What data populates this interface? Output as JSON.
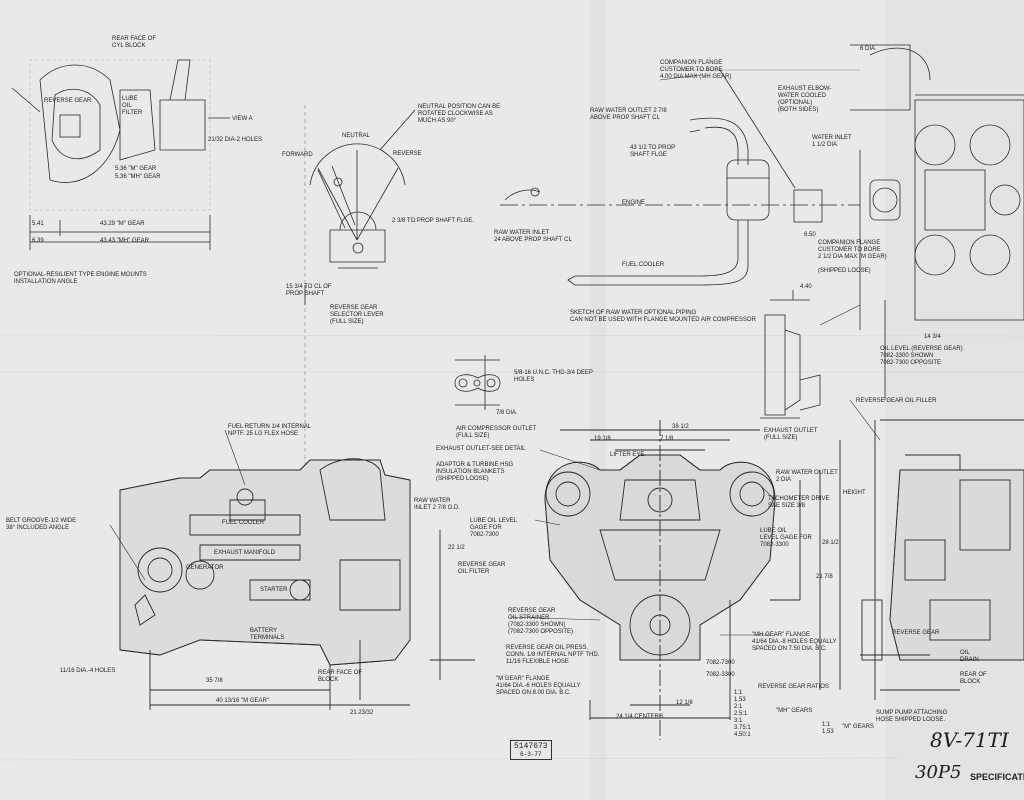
{
  "sheet": {
    "model_handwritten": "8V-71TI",
    "page_handwritten": "30P5",
    "footer_title": "SPECIFICATI",
    "stamp_number": "5147673",
    "stamp_date": "6-3-77"
  },
  "labels": {
    "rear_face_cyl_block": "REAR FACE OF\nCYL BLOCK",
    "reverse_gear": "REVERSE GEAR",
    "lube_oil_filter": "LUBE\nOIL\nFILTER",
    "view_a": "VIEW A",
    "dia_2_holes": "21/32 DIA-2 HOLES",
    "gear_m": "5.36 \"M\" GEAR",
    "gear_mh": "5.36 \"MH\" GEAR",
    "dim_541": "5.41",
    "dim_4329": "43.29 \"M\" GEAR",
    "dim_639": "6.39",
    "dim_4343": "43.43 \"MH\" GEAR",
    "optional_mounts": "OPTIONAL-RESILIENT TYPE ENGINE MOUNTS\nINSTALLATION ANGLE",
    "neutral_note": "NEUTRAL POSITION CAN BE\nROTATED CLOCKWISE AS\nMUCH AS 90°",
    "neutral": "NEUTRAL",
    "forward": "FORWARD",
    "reverse": "REVERSE",
    "prop_shaft": "2 3/8 TO PROP SHAFT FLGE.",
    "prop_shaft_2": "15 3/4 TO CL OF\nPROP SHAFT",
    "selector_lever": "REVERSE GEAR\nSELECTOR LEVER\n(FULL SIZE)",
    "companion_flange_top": "COMPANION FLANGE\nCUSTOMER TO BORE\n4.00 DIA MAX (MH GEAR)",
    "raw_water_outlet_top": "RAW WATER OUTLET 2 7/8\nABOVE PROP SHAFT CL",
    "prop_flge": "43 1/2 TO PROP\nSHAFT FLGE",
    "engine": "ENGINE",
    "raw_water_inlet": "RAW WATER INLET\n24 ABOVE PROP SHAFT CL",
    "fuel_cooler_top": "FUEL COOLER",
    "sketch_note": "SKETCH OF RAW WATER OPTIONAL PIPING\nCAN NOT BE USED WITH FLANGE MOUNTED AIR COMPRESSOR",
    "six_dia": "6 DIA.",
    "exhaust_elbow": "EXHAUST ELBOW-\nWATER COOLED\n(OPTIONAL)\n(BOTH SIDES)",
    "water_inlet": "WATER INLET\n1 1/2 DIA",
    "companion_flange_right": "COMPANION FLANGE\nCUSTOMER TO BORE\n2 1/2 DIA MAX (M GEAR)\n\n(SHIPPED LOOSE)",
    "dim_650": "6.50",
    "dim_440": "4.40",
    "exhaust_outlet": "EXHAUST OUTLET\n(FULL SIZE)",
    "oil_level_right": "OIL LEVEL (REVERSE GEAR)\n7082-3300 SHOWN\n7082-7300 OPPOSITE",
    "reverse_gear_oil_filler": "REVERSE GEAR OIL FILLER",
    "unc_thd": "5/8-16 U.N.C. THD-3/4 DEEP\nHOLES",
    "seven_dia": "7/8 DIA.",
    "air_compressor_outlet": "AIR COMPRESSOR OUTLET\n(FULL SIZE)",
    "exhaust_outlet_detail": "EXHAUST OUTLET-SEE DETAIL",
    "adaptor_blankets": "ADAPTOR & TURBINE HSG\nINSULATION BLANKETS\n(SHIPPED LOOSE)",
    "lifter_eye": "LIFTER EYE",
    "raw_water_outlet_2dia": "RAW WATER OUTLET\n2 DIA",
    "tachometer_drive": "TACHOMETER DRIVE\nSAE SIZE 3/8",
    "height": "HEIGHT",
    "lube_oil_gage": "LUBE OIL\nLEVEL GAGE FOR\n7082-3300",
    "lube_oil_level_left": "LUBE OIL LEVEL\nGAGE FOR\n7082-7300",
    "rg_oil_filter": "REVERSE GEAR\nOIL FILTER",
    "rg_oil_strainer": "REVERSE GEAR\nOIL STRAINER\n(7082-3300 SHOWN)\n(7082-7300 OPPOSITE)",
    "rg_oil_press": "REVERSE GEAR OIL PRESS.\nCONN. 1/8 INTERNAL NPTF THD.\n11/16 FLEXIBLE HOSE",
    "m_gear_flange": "\"M GEAR\" FLANGE\n41/64 DIA.-6 HOLES EQUALLY\nSPACED ON 8.00 DIA. B.C.",
    "mh_gear_flange": "\"MH GEAR\" FLANGE\n41/64 DIA.-8 HOLES EQUALLY\nSPACED ON 7.50 DIA. B.C.",
    "rg_ratios": "REVERSE GEAR RATIOS",
    "ratios": "1:1\n1.53\n2:1\n2.5:1\n3:1\n3.75:1\n4.50:1",
    "mh_gears": "\"MH\" GEARS",
    "m_gears": "\"M\" GEARS",
    "ratios_m": "1:1\n1.53",
    "centers": "24 1/4 CENTERS",
    "fuel_return": "FUEL RETURN 1/4 INTERNAL\nNPTF. 25 LG FLEX HOSE",
    "belt_groove": "BELT GROOVE-1/2 WIDE\n38° INCLUDED ANGLE",
    "fuel_cooler": "FUEL COOLER",
    "exhaust_manifold": "EXHAUST MANIFOLD",
    "generator": "GENERATOR",
    "starter": "STARTER",
    "battery_terminals": "BATTERY\nTERMINALS",
    "holes_left": "11/16 DIA.-4 HOLES",
    "rear_face_block": "REAR FACE OF\nBLOCK",
    "raw_water_inlet_2": "RAW WATER\nINLET 2 7/8 O.D.",
    "m_gear_bottom": "40 13/16 \"M GEAR\"",
    "sump_pump": "SUMP PUMP ATTACHING\nHOSE SHIPPED LOOSE.",
    "oil_drain": "OIL\nDRAIN",
    "rear_of_block": "REAR OF\nBLOCK",
    "reverse_gear_right": "REVERSE GEAR",
    "part_7082_7300": "7082-7300",
    "part_7082_3300": "7082-3300",
    "dim_35": "35 7/8",
    "dim_21": "21 23/32",
    "dim_22": "22 1/2",
    "dim_28": "28 1/2",
    "dim_21b": "21 7/8",
    "dim_38": "38 1/2",
    "dim_19": "19 1/8",
    "dim_7": "7 1/8",
    "dim_12": "12 1/8",
    "dim_14": "14 3/4"
  }
}
